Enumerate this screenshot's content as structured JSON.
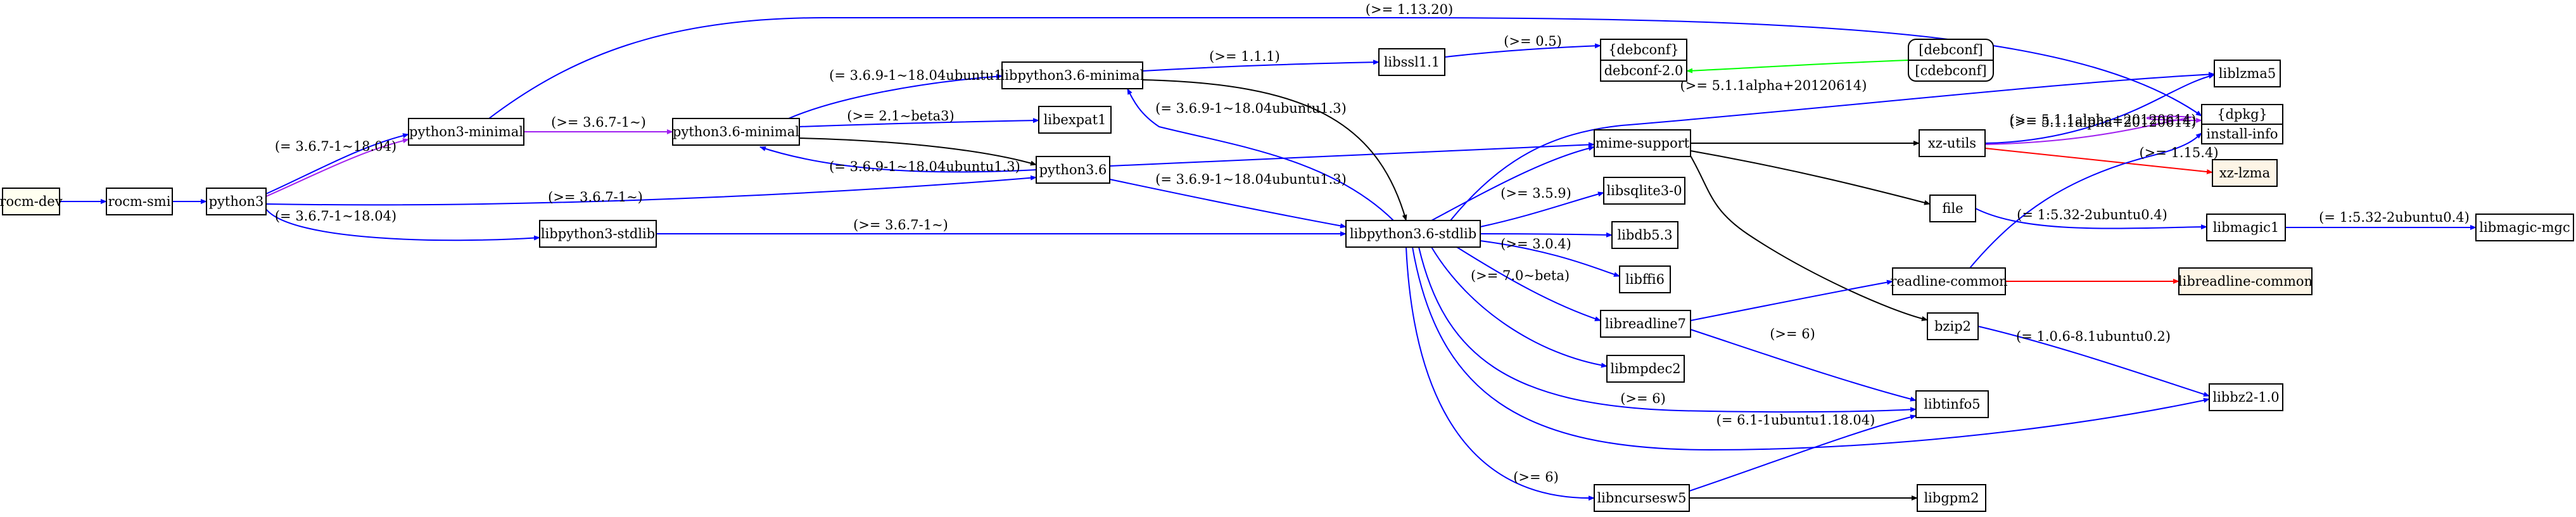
{
  "graph": {
    "nodes": [
      {
        "id": "rocm-dev",
        "label": "rocm-dev",
        "fill": "#fffff0"
      },
      {
        "id": "rocm-smi",
        "label": "rocm-smi",
        "fill": "#ffffff",
        "bold": true
      },
      {
        "id": "python3",
        "label": "python3",
        "fill": "#ffffff"
      },
      {
        "id": "python3-minimal",
        "label": "python3-minimal",
        "fill": "#ffffff"
      },
      {
        "id": "libpython3-stdlib",
        "label": "libpython3-stdlib",
        "fill": "#ffffff"
      },
      {
        "id": "python3.6-minimal",
        "label": "python3.6-minimal",
        "fill": "#ffffff"
      },
      {
        "id": "libpython3.6-minimal",
        "label": "libpython3.6-minimal",
        "fill": "#ffffff"
      },
      {
        "id": "libexpat1",
        "label": "libexpat1",
        "fill": "#ffffff"
      },
      {
        "id": "python3.6",
        "label": "python3.6",
        "fill": "#ffffff"
      },
      {
        "id": "libssl1.1",
        "label": "libssl1.1",
        "fill": "#ffffff"
      },
      {
        "id": "debconf",
        "label1": "{debconf}",
        "label2": "debconf-2.0",
        "fill": "#ffffff",
        "split": true
      },
      {
        "id": "cdebconf",
        "label1": "[debconf]",
        "label2": "[cdebconf]",
        "fill": "#ffffff",
        "split": true,
        "rounded": true
      },
      {
        "id": "libpython3.6-stdlib",
        "label": "libpython3.6-stdlib",
        "fill": "#ffffff"
      },
      {
        "id": "mime-support",
        "label": "mime-support",
        "fill": "#ffffff"
      },
      {
        "id": "libsqlite3-0",
        "label": "libsqlite3-0",
        "fill": "#ffffff"
      },
      {
        "id": "libdb5.3",
        "label": "libdb5.3",
        "fill": "#ffffff"
      },
      {
        "id": "libffi6",
        "label": "libffi6",
        "fill": "#ffffff"
      },
      {
        "id": "libreadline7",
        "label": "libreadline7",
        "fill": "#ffffff"
      },
      {
        "id": "libmpdec2",
        "label": "libmpdec2",
        "fill": "#ffffff"
      },
      {
        "id": "libncursesw5",
        "label": "libncursesw5",
        "fill": "#ffffff"
      },
      {
        "id": "xz-utils",
        "label": "xz-utils",
        "fill": "#ffffff"
      },
      {
        "id": "file",
        "label": "file",
        "fill": "#ffffff"
      },
      {
        "id": "readline-common",
        "label": "readline-common",
        "fill": "#ffffff"
      },
      {
        "id": "bzip2",
        "label": "bzip2",
        "fill": "#ffffff"
      },
      {
        "id": "libtinfo5",
        "label": "libtinfo5",
        "fill": "#ffffff"
      },
      {
        "id": "libgpm2",
        "label": "libgpm2",
        "fill": "#ffffff"
      },
      {
        "id": "liblzma5",
        "label": "liblzma5",
        "fill": "#ffffff"
      },
      {
        "id": "dpkg",
        "label1": "{dpkg}",
        "label2": "install-info",
        "fill": "#ffffff",
        "split": true
      },
      {
        "id": "xz-lzma",
        "label": "xz-lzma",
        "fill": "#fdf5e6"
      },
      {
        "id": "libmagic1",
        "label": "libmagic1",
        "fill": "#ffffff"
      },
      {
        "id": "libmagic-mgc",
        "label": "libmagic-mgc",
        "fill": "#ffffff"
      },
      {
        "id": "libreadline-common",
        "label": "libreadline-common",
        "fill": "#fdf5e6"
      },
      {
        "id": "libbz2-1.0",
        "label": "libbz2-1.0",
        "fill": "#ffffff"
      }
    ],
    "edges": [
      {
        "id": "e-rocmdev-rocmsmi",
        "color": "#0000ff",
        "label": ""
      },
      {
        "id": "e-rocmsmi-python3",
        "color": "#0000ff",
        "label": ""
      },
      {
        "id": "e-python3-python3min-a",
        "color": "#0000ff",
        "label": "(= 3.6.7-1~18.04)"
      },
      {
        "id": "e-python3-python3min-b",
        "color": "#a020f0",
        "label": ""
      },
      {
        "id": "e-python3-python36",
        "color": "#0000ff",
        "label": "(>= 3.6.7-1~)"
      },
      {
        "id": "e-python3-libpy3stdlib",
        "color": "#0000ff",
        "label": "(= 3.6.7-1~18.04)"
      },
      {
        "id": "e-python3min-python36min",
        "color": "#a020f0",
        "label": "(>= 3.6.7-1~)"
      },
      {
        "id": "e-python3min-dpkg",
        "color": "#0000ff",
        "label": "(>= 1.13.20)"
      },
      {
        "id": "e-libpy3stdlib-libpy36stdlib",
        "color": "#0000ff",
        "label": "(>= 3.6.7-1~)"
      },
      {
        "id": "e-python36min-libpy36min",
        "color": "#0000ff",
        "label": "(= 3.6.9-1~18.04ubuntu1.3)"
      },
      {
        "id": "e-python36min-libexpat1",
        "color": "#0000ff",
        "label": "(>= 2.1~beta3)"
      },
      {
        "id": "e-python36min-python36",
        "color": "#000000",
        "label": ""
      },
      {
        "id": "e-python36-python36min",
        "color": "#0000ff",
        "label": "(= 3.6.9-1~18.04ubuntu1.3)"
      },
      {
        "id": "e-python36-libpy36stdlib",
        "color": "#0000ff",
        "label": "(= 3.6.9-1~18.04ubuntu1.3)"
      },
      {
        "id": "e-python36-mimesupport",
        "color": "#0000ff",
        "label": ""
      },
      {
        "id": "e-libpy36min-libssl",
        "color": "#0000ff",
        "label": "(>= 1.1.1)"
      },
      {
        "id": "e-libpy36min-libpy36stdlib",
        "color": "#000000",
        "label": ""
      },
      {
        "id": "e-libpy36stdlib-libpy36min",
        "color": "#0000ff",
        "label": "(= 3.6.9-1~18.04ubuntu1.3)"
      },
      {
        "id": "e-libssl-debconf",
        "color": "#0000ff",
        "label": "(>= 0.5)"
      },
      {
        "id": "e-cdebconf-debconf",
        "color": "#00ff00",
        "label": ""
      },
      {
        "id": "e-libpy36stdlib-mimesupport",
        "color": "#0000ff",
        "label": ""
      },
      {
        "id": "e-libpy36stdlib-liblzma5",
        "color": "#0000ff",
        "label": "(>= 5.1.1alpha+20120614)"
      },
      {
        "id": "e-libpy36stdlib-libsqlite",
        "color": "#0000ff",
        "label": "(>= 3.5.9)"
      },
      {
        "id": "e-libpy36stdlib-libdb",
        "color": "#0000ff",
        "label": ""
      },
      {
        "id": "e-libpy36stdlib-libffi",
        "color": "#0000ff",
        "label": "(>= 3.0.4)"
      },
      {
        "id": "e-libpy36stdlib-libreadline7",
        "color": "#0000ff",
        "label": "(>= 7.0~beta)"
      },
      {
        "id": "e-libpy36stdlib-libmpdec2",
        "color": "#0000ff",
        "label": ""
      },
      {
        "id": "e-libpy36stdlib-libtinfo5",
        "color": "#0000ff",
        "label": "(>= 6)"
      },
      {
        "id": "e-libpy36stdlib-libbz2",
        "color": "#0000ff",
        "label": ""
      },
      {
        "id": "e-libpy36stdlib-libncursesw5",
        "color": "#0000ff",
        "label": "(>= 6)"
      },
      {
        "id": "e-mimesupport-xzutils",
        "color": "#000000",
        "label": ""
      },
      {
        "id": "e-mimesupport-file",
        "color": "#000000",
        "label": ""
      },
      {
        "id": "e-mimesupport-bzip2",
        "color": "#000000",
        "label": ""
      },
      {
        "id": "e-xzutils-liblzma5",
        "color": "#0000ff",
        "label": "(>= 5.1.1alpha+20120614)"
      },
      {
        "id": "e-xzutils-dpkg",
        "color": "#a020f0",
        "label": "(>= 5.1.1alpha+20120614)"
      },
      {
        "id": "e-xzutils-xzlzma",
        "color": "#ff0000",
        "label": "(>= 1.15.4)"
      },
      {
        "id": "e-libreadline7-readlinecommon",
        "color": "#0000ff",
        "label": ""
      },
      {
        "id": "e-libreadline7-libtinfo5",
        "color": "#0000ff",
        "label": "(>= 6)"
      },
      {
        "id": "e-readlinecommon-dpkg",
        "color": "#0000ff",
        "label": ""
      },
      {
        "id": "e-readlinecommon-libreadlinecommon",
        "color": "#ff0000",
        "label": ""
      },
      {
        "id": "e-file-libmagic1",
        "color": "#0000ff",
        "label": "(= 1:5.32-2ubuntu0.4)"
      },
      {
        "id": "e-libmagic1-libmagicmgc",
        "color": "#0000ff",
        "label": "(= 1:5.32-2ubuntu0.4)"
      },
      {
        "id": "e-bzip2-libbz2",
        "color": "#0000ff",
        "label": "(= 1.0.6-8.1ubuntu0.2)"
      },
      {
        "id": "e-libncursesw5-libtinfo5",
        "color": "#0000ff",
        "label": "(= 6.1-1ubuntu1.18.04)"
      },
      {
        "id": "e-libncursesw5-libgpm2",
        "color": "#000000",
        "label": ""
      }
    ]
  }
}
